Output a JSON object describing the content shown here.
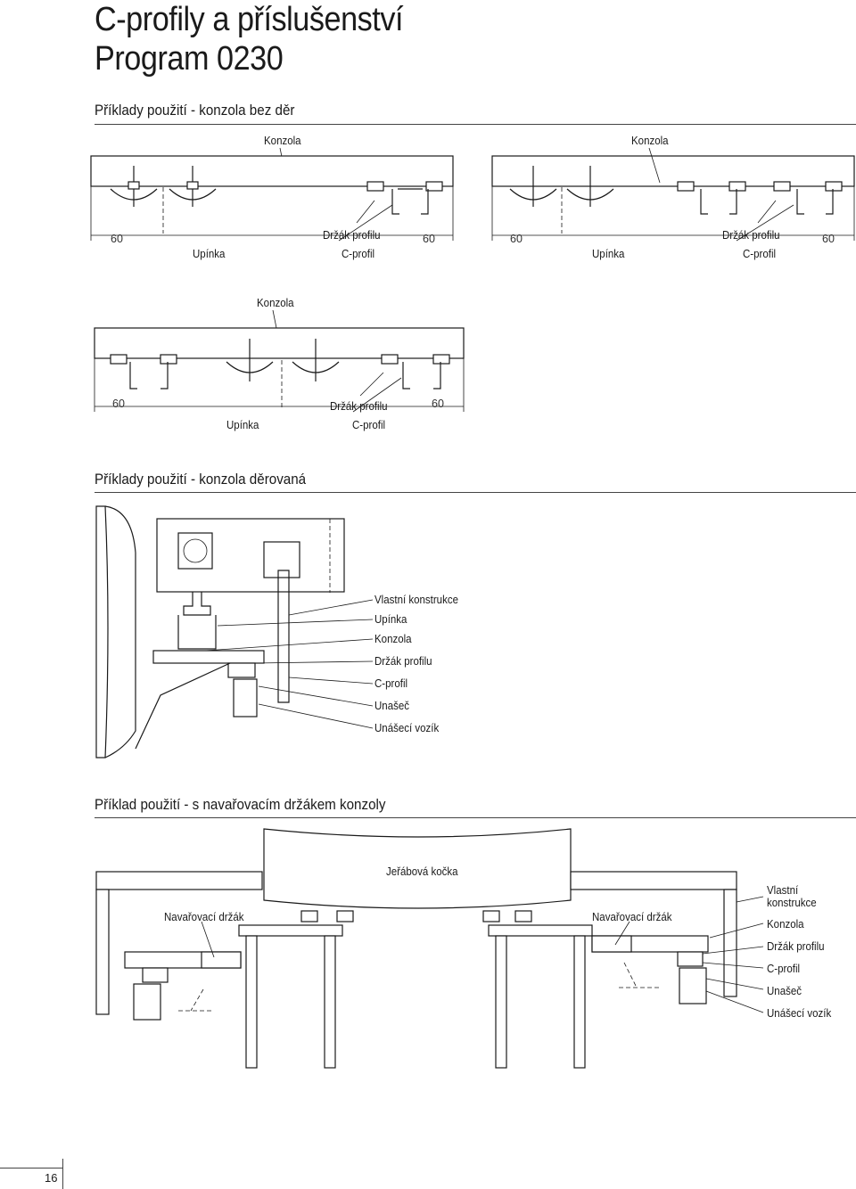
{
  "header": {
    "title_line1": "C-profily a příslušenství",
    "title_line2": "Program 0230"
  },
  "section1": {
    "heading": "Příklady použití - konzola bez děr",
    "diagram_a": {
      "konzola": "Konzola",
      "dim_left": "60",
      "dim_right": "60",
      "upinka": "Upínka",
      "drzak": "Držák profilu",
      "cprofil": "C-profil"
    },
    "diagram_b": {
      "konzola": "Konzola",
      "dim_left": "60",
      "dim_right": "60",
      "upinka": "Upínka",
      "drzak": "Držák profilu",
      "cprofil": "C-profil"
    },
    "diagram_c": {
      "konzola": "Konzola",
      "dim_left": "60",
      "dim_right": "60",
      "upinka": "Upínka",
      "drzak": "Držák profilu",
      "cprofil": "C-profil"
    }
  },
  "section2": {
    "heading": "Příklady použití - konzola děrovaná",
    "labels": [
      "Vlastní konstrukce",
      "Upínka",
      "Konzola",
      "Držák profilu",
      "C-profil",
      "Unašeč",
      "Unášecí vozík"
    ]
  },
  "section3": {
    "heading": "Příklad použití - s navařovacím držákem konzoly",
    "crane": "Jeřábová kočka",
    "nav_left": "Navařovací držák",
    "nav_right": "Navařovací držák",
    "labels": [
      "Vlastní",
      "konstrukce",
      "Konzola",
      "Držák profilu",
      "C-profil",
      "Unašeč",
      "Unášecí vozík"
    ]
  },
  "footer": {
    "page_number": "16"
  }
}
